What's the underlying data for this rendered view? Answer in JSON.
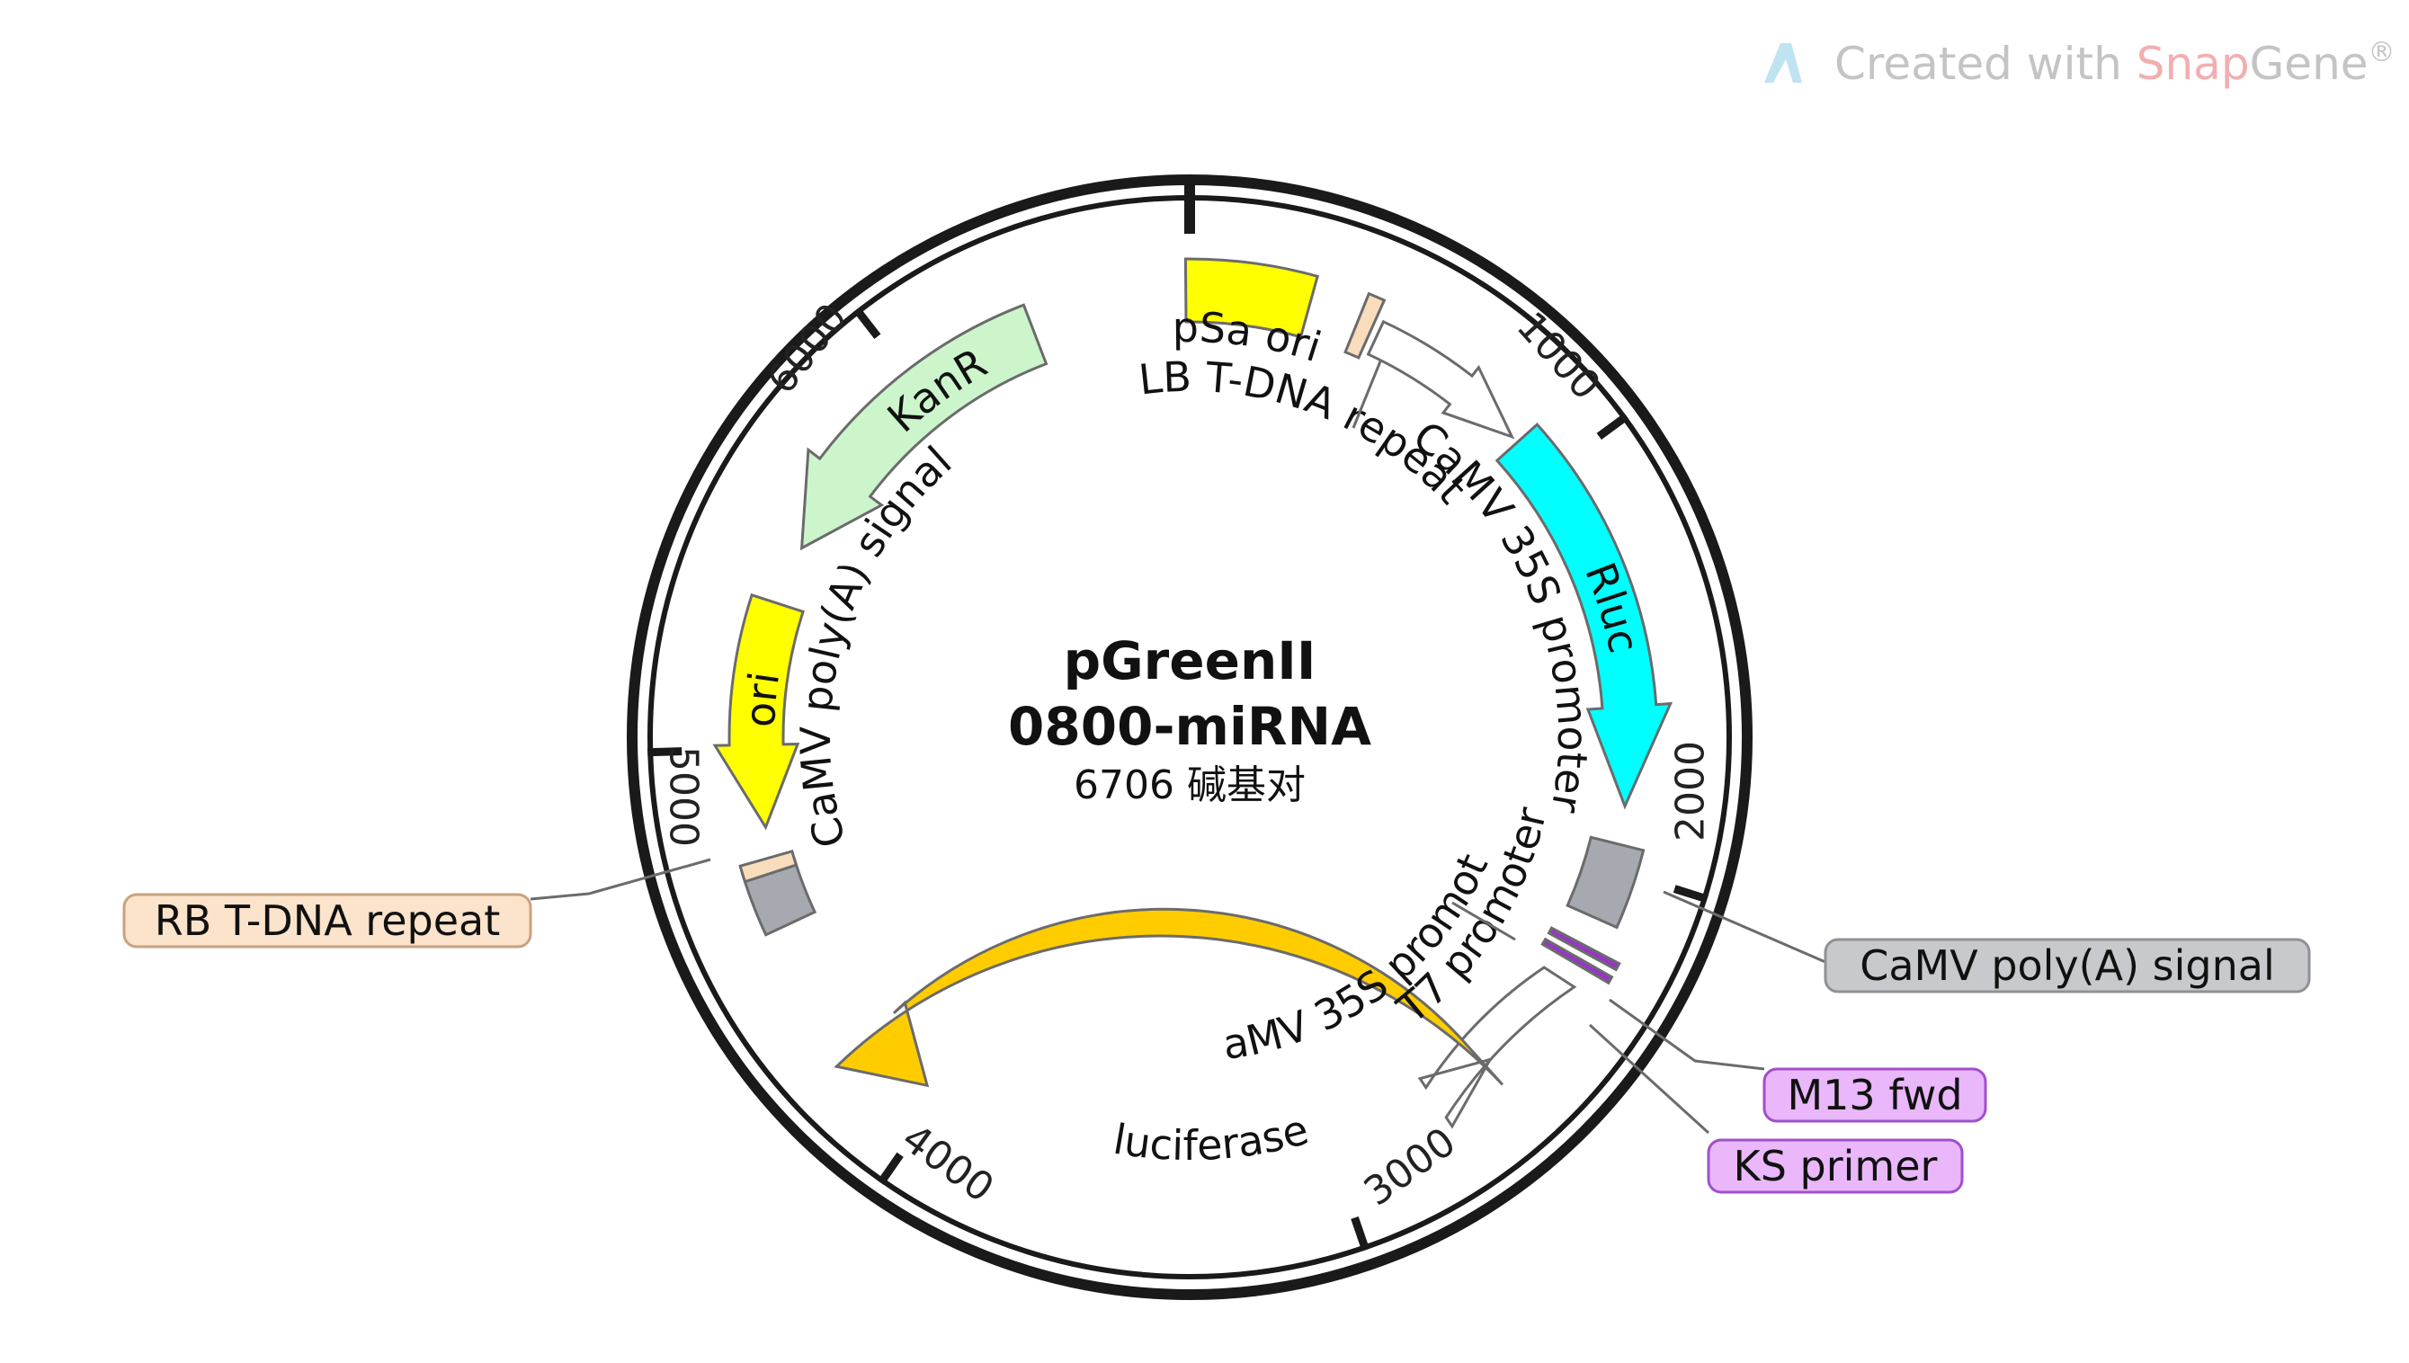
{
  "watermark": {
    "prefix": "Created with ",
    "brand_snap": "Snap",
    "brand_gene": "Gene",
    "registered": "®"
  },
  "plasmid": {
    "name_line1": "pGreenII",
    "name_line2": "0800-miRNA",
    "length_text": "6706 碱基对"
  },
  "ticks": [
    {
      "label": "1000"
    },
    {
      "label": "2000"
    },
    {
      "label": "3000"
    },
    {
      "label": "4000"
    },
    {
      "label": "5000"
    },
    {
      "label": "6000"
    }
  ],
  "features": [
    {
      "name": "pSa ori",
      "color": "#ffff00",
      "direction": "none"
    },
    {
      "name": "LB T-DNA repeat",
      "color": "#f8dcbb",
      "direction": "none"
    },
    {
      "name": "CaMV 35S promoter",
      "color": "#ffffff",
      "direction": "forward",
      "ring_label": "CaMV 35S promoter"
    },
    {
      "name": "Rluc",
      "color": "#00ffff",
      "direction": "forward"
    },
    {
      "name": "CaMV poly(A) signal",
      "color": "#a6a9b0",
      "direction": "none"
    },
    {
      "name": "T7 promoter",
      "color": "#ffffff",
      "direction": "none"
    },
    {
      "name": "M13 fwd",
      "color": "#9933cc",
      "direction": "none"
    },
    {
      "name": "KS primer",
      "color": "#9933cc",
      "direction": "none"
    },
    {
      "name": "CaMV 35S promoter",
      "color": "#ffffff",
      "direction": "reverse"
    },
    {
      "name": "luciferase",
      "color": "#ffcc00",
      "direction": "reverse"
    },
    {
      "name": "CaMV poly(A) signal",
      "color": "#a6a9b0",
      "direction": "none"
    },
    {
      "name": "RB T-DNA repeat",
      "color": "#f8dcbb",
      "direction": "none"
    },
    {
      "name": "ori",
      "color": "#ffff00",
      "direction": "reverse"
    },
    {
      "name": "KanR",
      "color": "#ccf5cc",
      "direction": "reverse"
    }
  ],
  "labels": {
    "psa_ori": "pSa ori",
    "lb_tdna": "LB T-DNA repeat",
    "camv35s_forward": "CaMV 35S promoter",
    "rluc": "Rluc",
    "t7_promoter": "T7 promoter",
    "camv35s_reverse": "CaMV 35S promoter",
    "luciferase": "luciferase",
    "camv_polya_inner": "CaMV poly(A) signal",
    "ori": "ori",
    "kanr": "KanR"
  },
  "callouts": {
    "rb_tdna": {
      "text": "RB T-DNA repeat",
      "fill": "#fce3cb",
      "stroke": "#c9a27f"
    },
    "camv_polya": {
      "text": "CaMV poly(A) signal",
      "fill": "#c8c9cc",
      "stroke": "#8f9196"
    },
    "m13_fwd": {
      "text": "M13 fwd",
      "fill": "#e9b7fa",
      "stroke": "#a24fcc"
    },
    "ks_primer": {
      "text": "KS primer",
      "fill": "#e9b7fa",
      "stroke": "#a24fcc"
    }
  }
}
